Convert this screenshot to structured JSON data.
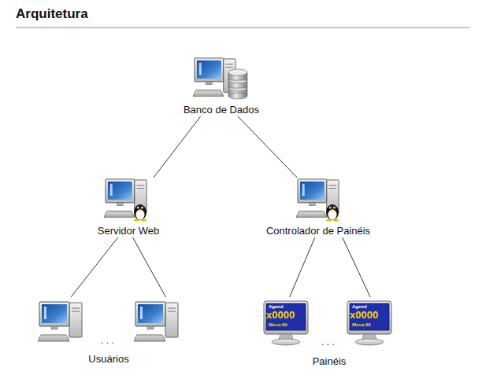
{
  "diagram": {
    "title": "Arquitetura",
    "nodes": [
      {
        "text": [
          "Banco de Dados"
        ]
      },
      {
        "text": [
          "Servidor Web"
        ]
      },
      {
        "text": [
          "Controlador de Painéis"
        ]
      },
      {
        "text": [
          "Usuários"
        ]
      },
      {
        "text": [
          "Painéis"
        ]
      }
    ],
    "edges": [
      {
        "from": 0,
        "to": 1,
        "arrow": "none"
      },
      {
        "from": 0,
        "to": 2,
        "arrow": "none"
      },
      {
        "from": 1,
        "to": 3,
        "arrow": "none"
      },
      {
        "from": 1,
        "to": 3,
        "arrow": "none"
      },
      {
        "from": 2,
        "to": 4,
        "arrow": "none"
      },
      {
        "from": 2,
        "to": 4,
        "arrow": "none"
      }
    ],
    "labels": [
      ". . .",
      ". . .",
      "Agend",
      "x0000",
      "Mesa:99",
      "Agend",
      "x0000",
      "Mesa:99"
    ]
  }
}
